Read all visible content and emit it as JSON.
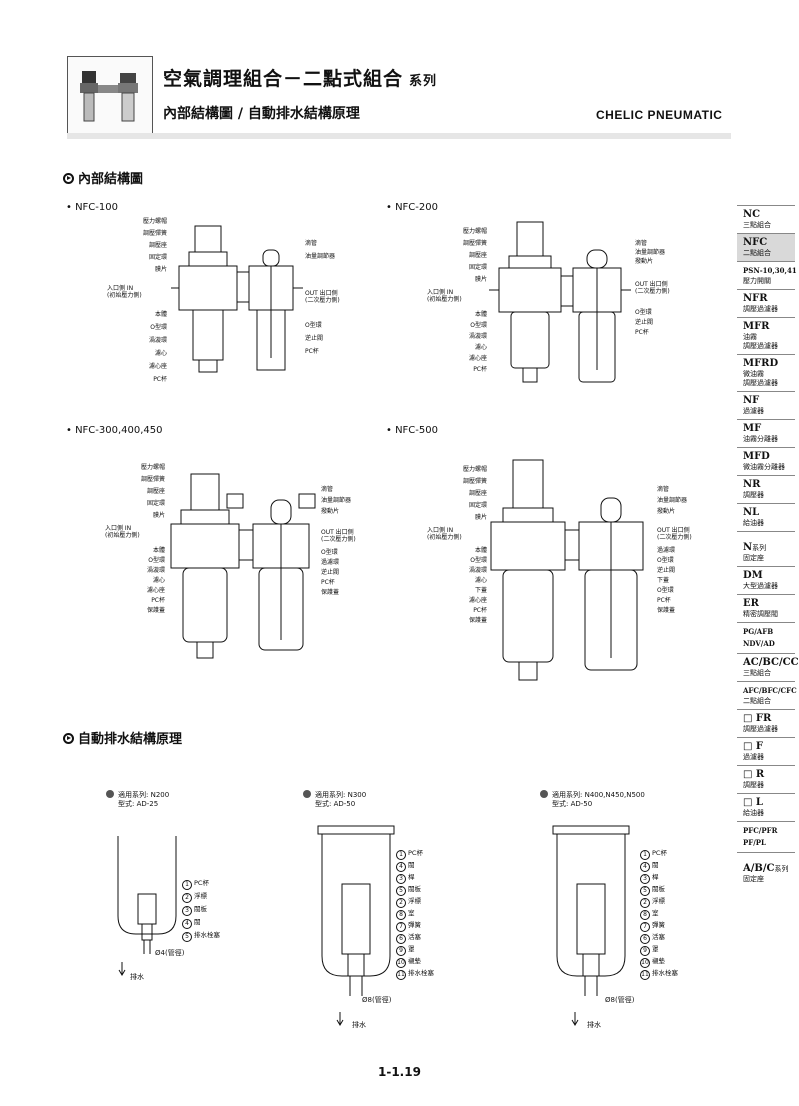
{
  "header": {
    "title": "空氣調理組合－二點式組合",
    "title_suffix": "系列",
    "subtitle": "內部結構圖 / 自動排水結構原理",
    "brand": "CHELIC PNEUMATIC"
  },
  "section1": {
    "heading": "內部結構圖",
    "nfc100": {
      "model": "• NFC-100",
      "left_labels": [
        "壓力螺帽",
        "調壓彈簧",
        "調壓座",
        "固定環",
        "膜片",
        "入口側 IN",
        "(初始壓力側)",
        "本體",
        "O型環",
        "渦漩環",
        "濾心",
        "濾心座",
        "PC杯"
      ],
      "right_labels": [
        "滴管",
        "油量調節器",
        "OUT 出口側",
        "(二次壓力側)",
        "O型環",
        "逆止閥",
        "PC杯"
      ]
    },
    "nfc200": {
      "model": "• NFC-200",
      "left_labels": [
        "壓力螺帽",
        "調壓彈簧",
        "調壓座",
        "固定環",
        "膜片",
        "入口側 IN",
        "(初始壓力側)",
        "本體",
        "O型環",
        "渦漩環",
        "濾心",
        "濾心座",
        "PC杯"
      ],
      "right_labels": [
        "滴管",
        "油量調節器",
        "撥動片",
        "OUT 出口側",
        "(二次壓力側)",
        "O型環",
        "逆止閥",
        "PC杯"
      ]
    },
    "nfc300": {
      "model": "• NFC-300,400,450",
      "left_labels": [
        "壓力螺帽",
        "調壓彈簧",
        "調壓座",
        "固定環",
        "膜片",
        "入口側 IN",
        "(初始壓力側)",
        "本體",
        "O型環",
        "渦漩環",
        "濾心",
        "濾心座",
        "PC杯",
        "保護蓋"
      ],
      "right_labels": [
        "滴管",
        "油量調節器",
        "撥動片",
        "OUT 出口側",
        "(二次壓力側)",
        "O型環",
        "過濾環",
        "逆止閥",
        "PC杯",
        "保護蓋"
      ]
    },
    "nfc500": {
      "model": "• NFC-500",
      "left_labels": [
        "壓力螺帽",
        "調壓彈簧",
        "調壓座",
        "固定環",
        "膜片",
        "入口側 IN",
        "(初始壓力側)",
        "本體",
        "O型環",
        "渦漩環",
        "濾心",
        "下蓋",
        "濾心座",
        "PC杯",
        "保護蓋"
      ],
      "right_labels": [
        "滴管",
        "油量調節器",
        "撥動片",
        "OUT 出口側",
        "(二次壓力側)",
        "過濾環",
        "O型環",
        "逆止閥",
        "下蓋",
        "O型環",
        "PC杯",
        "保護蓋"
      ]
    }
  },
  "section2": {
    "heading": "自動排水結構原理",
    "d1": {
      "series": "適用系列: N200",
      "type": "型式: AD-25",
      "parts": [
        {
          "n": "1",
          "t": "PC杯"
        },
        {
          "n": "2",
          "t": "浮標"
        },
        {
          "n": "3",
          "t": "閥板"
        },
        {
          "n": "4",
          "t": "閥"
        },
        {
          "n": "5",
          "t": "排水栓塞"
        }
      ],
      "tube": "Ø4(管徑)",
      "drain": "排水"
    },
    "d2": {
      "series": "適用系列: N300",
      "type": "型式: AD-50",
      "parts": [
        {
          "n": "1",
          "t": "PC杯"
        },
        {
          "n": "4",
          "t": "閥"
        },
        {
          "n": "3",
          "t": "桿"
        },
        {
          "n": "5",
          "t": "閥板"
        },
        {
          "n": "2",
          "t": "浮標"
        },
        {
          "n": "8",
          "t": "室"
        },
        {
          "n": "7",
          "t": "彈簧"
        },
        {
          "n": "6",
          "t": "活塞"
        },
        {
          "n": "9",
          "t": "罩"
        },
        {
          "n": "10",
          "t": "襯墊"
        },
        {
          "n": "11",
          "t": "排水栓塞"
        }
      ],
      "tube": "Ø8(管徑)",
      "drain": "排水"
    },
    "d3": {
      "series": "適用系列: N400,N450,N500",
      "type": "型式: AD-50",
      "parts": [
        {
          "n": "1",
          "t": "PC杯"
        },
        {
          "n": "4",
          "t": "閥"
        },
        {
          "n": "3",
          "t": "桿"
        },
        {
          "n": "5",
          "t": "閥板"
        },
        {
          "n": "2",
          "t": "浮標"
        },
        {
          "n": "8",
          "t": "室"
        },
        {
          "n": "7",
          "t": "彈簧"
        },
        {
          "n": "6",
          "t": "活塞"
        },
        {
          "n": "9",
          "t": "罩"
        },
        {
          "n": "10",
          "t": "襯墊"
        },
        {
          "n": "11",
          "t": "排水栓塞"
        }
      ],
      "tube": "Ø8(管徑)",
      "drain": "排水"
    }
  },
  "tabs": [
    {
      "code": "NC",
      "desc": "三點組合",
      "active": false
    },
    {
      "code": "NFC",
      "desc": "二點組合",
      "active": true
    },
    {
      "code": "PSN-10,30,41",
      "desc": "壓力開關",
      "active": false
    },
    {
      "code": "NFR",
      "desc": "調壓過濾器",
      "active": false
    },
    {
      "code": "MFR",
      "desc": "油霧\n調壓過濾器",
      "active": false
    },
    {
      "code": "MFRD",
      "desc": "微油霧\n調壓過濾器",
      "active": false
    },
    {
      "code": "NF",
      "desc": "過濾器",
      "active": false
    },
    {
      "code": "MF",
      "desc": "油霧分離器",
      "active": false
    },
    {
      "code": "MFD",
      "desc": "微油霧分離器",
      "active": false
    },
    {
      "code": "NR",
      "desc": "調壓器",
      "active": false
    },
    {
      "code": "NL",
      "desc": "給油器",
      "active": false
    },
    {
      "code": "N",
      "sub": "系列",
      "desc": "固定座",
      "active": false
    },
    {
      "code": "DM",
      "desc": "大型過濾器",
      "active": false
    },
    {
      "code": "ER",
      "desc": "精密調壓閥",
      "active": false
    },
    {
      "code": "PG/AFB\nNDV/AD",
      "desc": "",
      "active": false
    },
    {
      "code": "AC/BC/CC",
      "desc": "三點組合",
      "active": false
    },
    {
      "code": "AFC/BFC/CFC",
      "desc": "二點組合",
      "active": false
    },
    {
      "code": "□ FR",
      "desc": "調壓過濾器",
      "active": false
    },
    {
      "code": "□ F",
      "desc": "過濾器",
      "active": false
    },
    {
      "code": "□ R",
      "desc": "調壓器",
      "active": false
    },
    {
      "code": "□ L",
      "desc": "給油器",
      "active": false
    },
    {
      "code": "PFC/PFR\nPF/PL",
      "desc": "",
      "active": false
    },
    {
      "code": "A/B/C",
      "sub": "系列",
      "desc": "固定座",
      "active": false
    }
  ],
  "footer": {
    "page": "1-1.19"
  },
  "colors": {
    "line": "#111111",
    "tab_active": "#d9d9d9",
    "header_band": "#e6e6e6"
  }
}
